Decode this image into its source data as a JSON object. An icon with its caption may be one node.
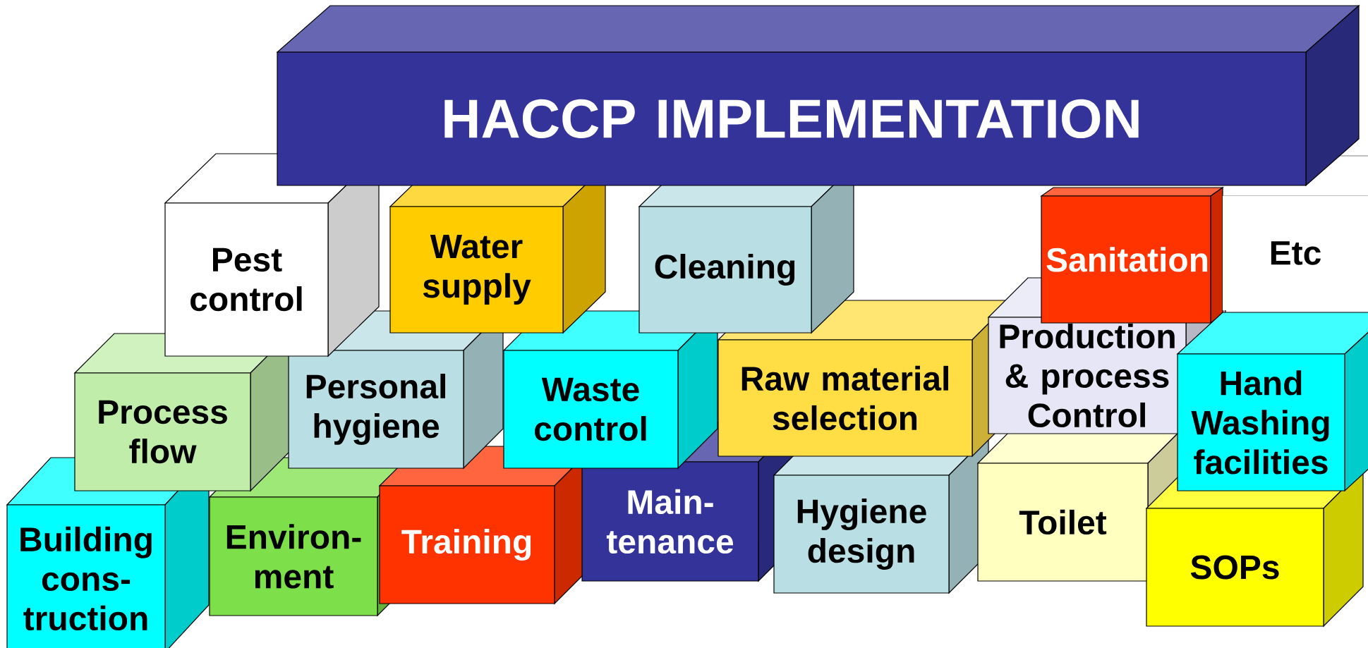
{
  "diagram": {
    "nodes": [
      {
        "text": [
          "HACCP IMPLEMENTATION"
        ]
      },
      {
        "text": [
          "Pest control"
        ]
      },
      {
        "text": [
          "Water supply"
        ]
      },
      {
        "text": [
          "Cleaning"
        ]
      },
      {
        "text": [
          "Sanitation"
        ]
      },
      {
        "text": [
          "Etc"
        ]
      },
      {
        "text": [
          "Process flow"
        ]
      },
      {
        "text": [
          "Personal hygiene"
        ]
      },
      {
        "text": [
          "Waste control"
        ]
      },
      {
        "text": [
          "Raw material selection"
        ]
      },
      {
        "text": [
          "Production & process Control"
        ]
      },
      {
        "text": [
          "Hand Washing facilities"
        ]
      },
      {
        "text": [
          "Building cons-truction"
        ]
      },
      {
        "text": [
          "Environ-ment"
        ]
      },
      {
        "text": [
          "Training"
        ]
      },
      {
        "text": [
          "Main-tenance"
        ]
      },
      {
        "text": [
          "Hygiene design"
        ]
      },
      {
        "text": [
          "Toilet"
        ]
      },
      {
        "text": [
          "SOPs"
        ]
      }
    ]
  }
}
